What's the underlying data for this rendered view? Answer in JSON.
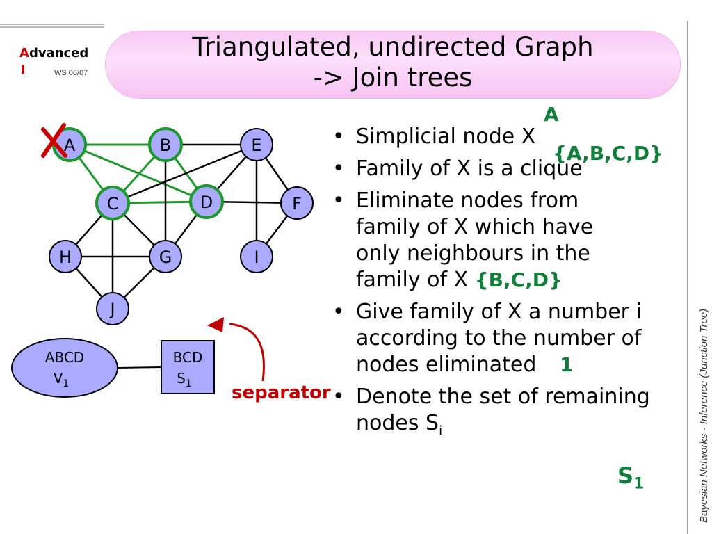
{
  "logo": {
    "line1_first": "A",
    "line1_rest": "dvanced",
    "line2": "I",
    "semester": "WS 06/07"
  },
  "title_line1": "Triangulated, undirected Graph",
  "title_line2": "-> Join trees",
  "side_label": "Bayesian Networks  -  Inference (Junction Tree)",
  "graph": {
    "nodes": [
      {
        "id": "A",
        "label": "A",
        "highlight": true
      },
      {
        "id": "B",
        "label": "B",
        "highlight": true
      },
      {
        "id": "E",
        "label": "E",
        "highlight": false
      },
      {
        "id": "C",
        "label": "C",
        "highlight": true
      },
      {
        "id": "D",
        "label": "D",
        "highlight": true
      },
      {
        "id": "F",
        "label": "F",
        "highlight": false
      },
      {
        "id": "H",
        "label": "H",
        "highlight": false
      },
      {
        "id": "G",
        "label": "G",
        "highlight": false
      },
      {
        "id": "I",
        "label": "I",
        "highlight": false
      },
      {
        "id": "J",
        "label": "J",
        "highlight": false
      }
    ],
    "edges": [
      {
        "from": "A",
        "to": "B",
        "family": true
      },
      {
        "from": "A",
        "to": "C",
        "family": true
      },
      {
        "from": "A",
        "to": "D",
        "family": true
      },
      {
        "from": "B",
        "to": "C",
        "family": true
      },
      {
        "from": "B",
        "to": "D",
        "family": true
      },
      {
        "from": "C",
        "to": "D",
        "family": true
      },
      {
        "from": "B",
        "to": "E",
        "family": false
      },
      {
        "from": "B",
        "to": "G",
        "family": false
      },
      {
        "from": "C",
        "to": "E",
        "family": false
      },
      {
        "from": "D",
        "to": "E",
        "family": false
      },
      {
        "from": "E",
        "to": "F",
        "family": false
      },
      {
        "from": "E",
        "to": "I",
        "family": false
      },
      {
        "from": "D",
        "to": "F",
        "family": false
      },
      {
        "from": "F",
        "to": "I",
        "family": false
      },
      {
        "from": "D",
        "to": "G",
        "family": false
      },
      {
        "from": "C",
        "to": "H",
        "family": false
      },
      {
        "from": "C",
        "to": "G",
        "family": false
      },
      {
        "from": "C",
        "to": "J",
        "family": false
      },
      {
        "from": "H",
        "to": "G",
        "family": false
      },
      {
        "from": "H",
        "to": "J",
        "family": false
      },
      {
        "from": "G",
        "to": "J",
        "family": false
      }
    ],
    "eliminated_mark": "X",
    "node_fill": "#aaaaff",
    "family_color": "#1a9a2a"
  },
  "join_tree": {
    "clique": {
      "label": "ABCD",
      "v_main": "V",
      "v_sub": "1"
    },
    "separator_box": {
      "label": "BCD",
      "s_main": "S",
      "s_sub": "1"
    },
    "separator_label": "separator"
  },
  "bullets": [
    {
      "text": "Simplicial node X"
    },
    {
      "text": "Family of X is a clique"
    },
    {
      "text": "Eliminate nodes from family of X which have only neighbours in the family of X",
      "tag": "{B,C,D}"
    },
    {
      "text": "Give family of X a number i according to the number of nodes eliminated",
      "tag": "1"
    },
    {
      "text": "Denote the set of remaining nodes S",
      "sub": "i"
    }
  ],
  "annotations": {
    "a_label": "A",
    "family_set": "{A,B,C,D}",
    "s_main": "S",
    "s_sub": "1"
  }
}
